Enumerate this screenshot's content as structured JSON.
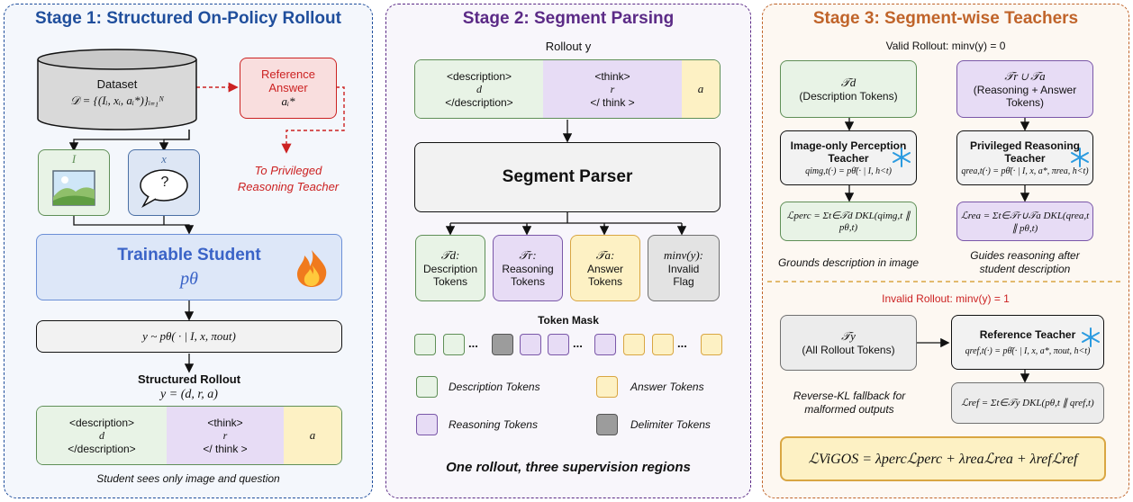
{
  "stage1": {
    "title": "Stage 1: Structured On-Policy Rollout",
    "dataset_label": "Dataset",
    "dataset_formula": "𝒟 = {(Iᵢ, xᵢ, aᵢ*)}ᵢ₌₁ᴺ",
    "reference_line1": "Reference",
    "reference_line2": "Answer",
    "reference_symbol": "aᵢ*",
    "to_privileged_line1": "To Privileged",
    "to_privileged_line2": "Reasoning Teacher",
    "image_symbol": "I",
    "question_symbol": "x",
    "question_mark": "?",
    "student_title": "Trainable Student",
    "student_symbol": "pθ",
    "sample_formula": "y ~ pθ( · | I, x, πout)",
    "structured_rollout_title": "Structured Rollout",
    "structured_rollout_formula": "y = (d, r, a)",
    "rollout": {
      "desc_open": "<description>",
      "desc_var": "d",
      "desc_close": "</description>",
      "think_open": "<think>",
      "think_var": "r",
      "think_close": "</ think >",
      "answer_var": "a"
    },
    "caption": "Student sees only image and question"
  },
  "stage2": {
    "title": "Stage 2: Segment Parsing",
    "rollout_label": "Rollout y",
    "rollout": {
      "desc_open": "<description>",
      "desc_var": "d",
      "desc_close": "</description>",
      "think_open": "<think>",
      "think_var": "r",
      "think_close": "</ think >",
      "answer_var": "a"
    },
    "parser_label": "Segment Parser",
    "outputs": [
      {
        "symbol": "𝒯d:",
        "line1": "Description",
        "line2": "Tokens"
      },
      {
        "symbol": "𝒯r:",
        "line1": "Reasoning",
        "line2": "Tokens"
      },
      {
        "symbol": "𝒯a:",
        "line1": "Answer",
        "line2": "Tokens"
      },
      {
        "symbol": "minv(y):",
        "line1": "Invalid",
        "line2": "Flag"
      }
    ],
    "token_mask_label": "Token Mask",
    "ellipsis": "...",
    "legend": {
      "description": "Description Tokens",
      "answer": "Answer Tokens",
      "reasoning": "Reasoning Tokens",
      "delimiter": "Delimiter Tokens"
    },
    "caption": "One rollout, three supervision regions"
  },
  "stage3": {
    "title": "Stage 3: Segment-wise Teachers",
    "valid_label": "Valid Rollout: minv(y) = 0",
    "desc_set_symbol": "𝒯d",
    "desc_set_label": "(Description Tokens)",
    "reason_set_symbol": "𝒯r ∪ 𝒯a",
    "reason_set_label1": "(Reasoning + Answer",
    "reason_set_label2": "Tokens)",
    "perception_teacher_line1": "Image-only Perception",
    "perception_teacher_line2": "Teacher",
    "perception_formula": "qimg,t(·) = pθ̄(· | I, h<t)",
    "reasoning_teacher_line1": "Privileged Reasoning",
    "reasoning_teacher_line2": "Teacher",
    "reasoning_formula": "qrea,t(·) = pθ̄(· | I, x, a*, πrea, h<t)",
    "perc_loss": "ℒperc = Σt∈𝒯d DKL(qimg,t ∥ pθ,t)",
    "rea_loss": "ℒrea = Σt∈𝒯r∪𝒯a DKL(qrea,t ∥ pθ,t)",
    "perc_caption": "Grounds description in image",
    "rea_caption1": "Guides reasoning after",
    "rea_caption2": "student description",
    "invalid_label": "Invalid Rollout: minv(y) = 1",
    "all_set_symbol": "𝒯y",
    "all_set_label": "(All Rollout Tokens)",
    "reference_teacher": "Reference Teacher",
    "reference_formula": "qref,t(·) = pθ̄(· | I, x, a*, πout, h<t)",
    "ref_loss": "ℒref = Σt∈𝒯y DKL(pθ,t ∥ qref,t)",
    "fallback_caption1": "Reverse-KL fallback for",
    "fallback_caption2": "malformed outputs",
    "total_loss": "ℒViGOS = λpercℒperc + λreaℒrea + λrefℒref"
  },
  "colors": {
    "stage1_accent": "#1f4e9c",
    "stage2_accent": "#5b2a86",
    "stage3_accent": "#c0642a",
    "green_fill": "#e8f3e6",
    "green_border": "#5f8f57",
    "purple_fill": "#e7dcf5",
    "purple_border": "#7a57a8",
    "yellow_fill": "#fdf1c4",
    "yellow_border": "#d9a642",
    "gray_fill": "#e3e3e3",
    "gray_border": "#707070",
    "red": "#cc2222"
  }
}
